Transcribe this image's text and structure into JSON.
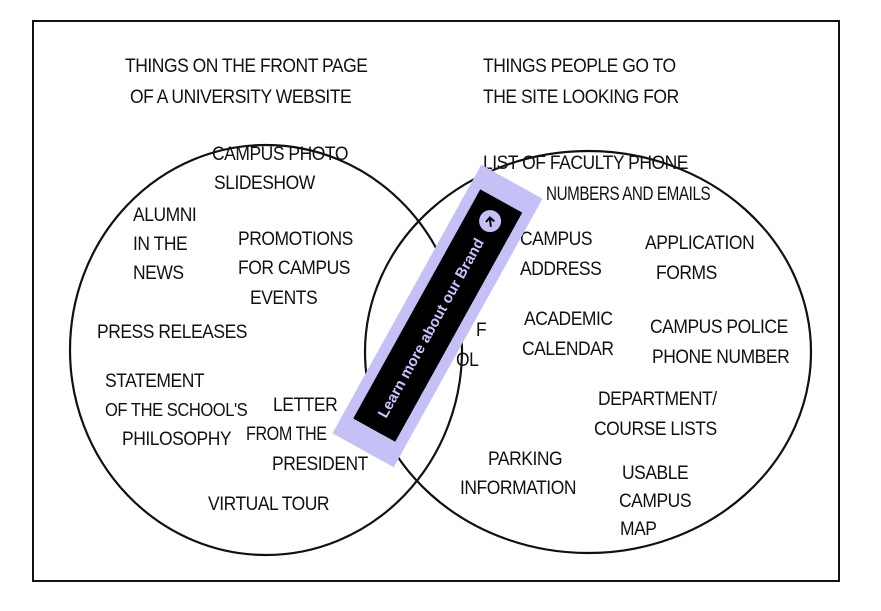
{
  "comic": {
    "left_title": [
      "THINGS ON THE FRONT PAGE",
      "OF A UNIVERSITY WEBSITE"
    ],
    "right_title": [
      "THINGS PEOPLE GO TO",
      "THE SITE LOOKING FOR"
    ],
    "left_items": {
      "campus_photo": [
        "CAMPUS PHOTO",
        "SLIDESHOW"
      ],
      "alumni": [
        "ALUMNI",
        "IN THE",
        "NEWS"
      ],
      "promotions": [
        "PROMOTIONS",
        "FOR CAMPUS",
        "EVENTS"
      ],
      "press": [
        "PRESS RELEASES"
      ],
      "statement": [
        "STATEMENT",
        "OF THE SCHOOL'S",
        "PHILOSOPHY"
      ],
      "letter": [
        "LETTER",
        "FROM THE",
        "PRESIDENT"
      ],
      "tour": [
        "VIRTUAL TOUR"
      ]
    },
    "overlap_items": [
      "F",
      "OL"
    ],
    "right_items": {
      "faculty": [
        "LIST OF FACULTY PHONE",
        "NUMBERS AND EMAILS"
      ],
      "address": [
        "CAMPUS",
        "ADDRESS"
      ],
      "application": [
        "APPLICATION",
        "FORMS"
      ],
      "calendar": [
        "ACADEMIC",
        "CALENDAR"
      ],
      "police": [
        "CAMPUS POLICE",
        "PHONE NUMBER"
      ],
      "department": [
        "DEPARTMENT/",
        "COURSE LISTS"
      ],
      "parking": [
        "PARKING",
        "INFORMATION"
      ],
      "map": [
        "USABLE",
        "CAMPUS",
        "MAP"
      ]
    }
  },
  "ad_banner": {
    "label": "Learn more about our Brand",
    "icon": "arrow-up-right-circle-icon",
    "background_color": "#c5c0f5",
    "inner_color": "#000000",
    "text_color": "#c8c2ff"
  }
}
